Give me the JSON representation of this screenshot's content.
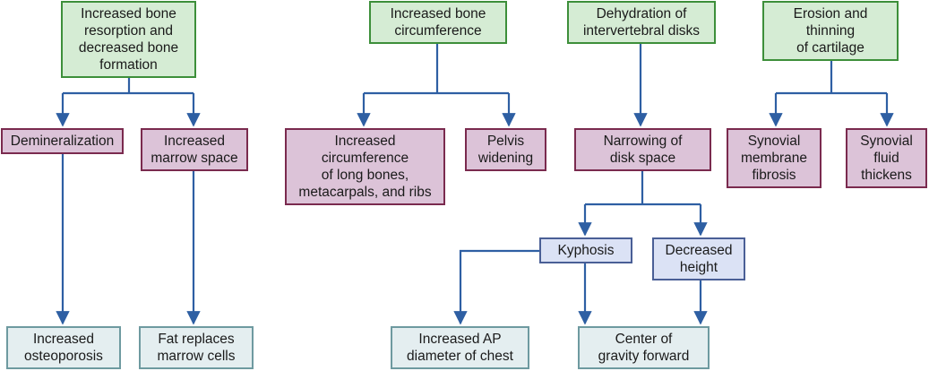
{
  "colors": {
    "cause_fill": "#d5ecd4",
    "cause_border": "#3d8f3a",
    "change_fill": "#dcc3d8",
    "change_border": "#7a2a4e",
    "intermediate_fill": "#dbe2f5",
    "intermediate_border": "#4a5f96",
    "outcome_fill": "#e4eef0",
    "outcome_border": "#6e9aa0",
    "arrow": "#2e5fa3"
  },
  "nodes": {
    "bone_resorption": "Increased bone\nresorption and\ndecreased bone\nformation",
    "bone_circumference": "Increased bone\ncircumference",
    "disk_dehydration": "Dehydration of\nintervertebral disks",
    "cartilage_erosion": "Erosion and\nthinning\nof cartilage",
    "demineralization": "Demineralization",
    "marrow_space": "Increased\nmarrow space",
    "long_bones": "Increased\ncircumference\nof long bones,\nmetacarpals, and ribs",
    "pelvis": "Pelvis\nwidening",
    "disk_space": "Narrowing of\ndisk space",
    "synovial_fibrosis": "Synovial\nmembrane\nfibrosis",
    "synovial_fluid": "Synovial\nfluid\nthickens",
    "kyphosis": "Kyphosis",
    "decreased_height": "Decreased\nheight",
    "osteoporosis": "Increased\nosteoporosis",
    "fat_marrow": "Fat replaces\nmarrow cells",
    "ap_diameter": "Increased AP\ndiameter of chest",
    "center_gravity": "Center of\ngravity forward"
  }
}
